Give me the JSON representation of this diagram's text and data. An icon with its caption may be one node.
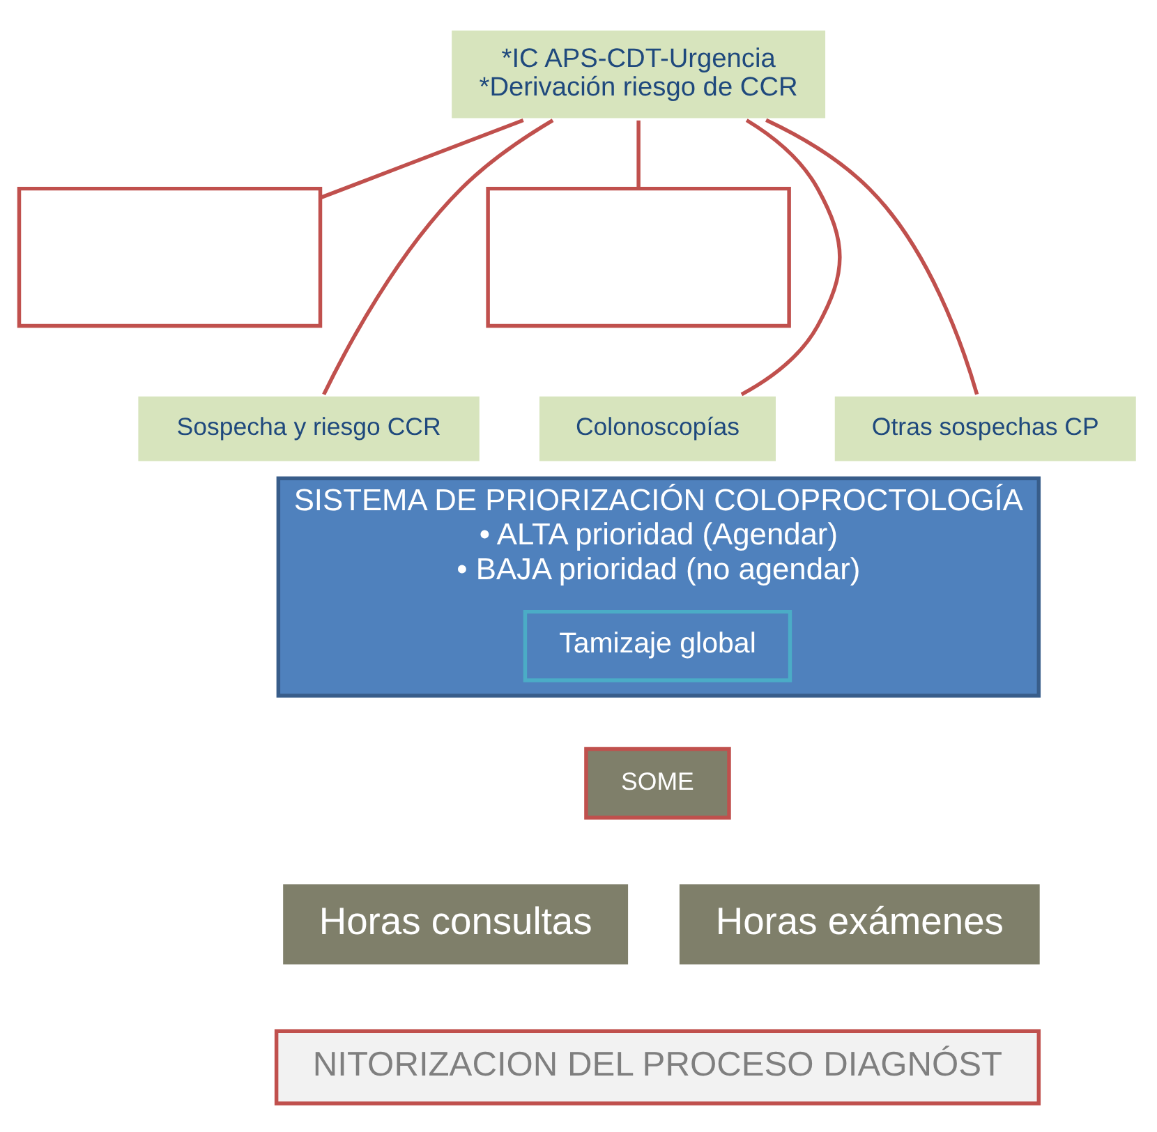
{
  "diagram": {
    "nodes": [
      {
        "text": [
          "*IC APS-CDT-Urgencia",
          "*Derivación riesgo de CCR"
        ]
      },
      {
        "text": [],
        "shape": "box"
      },
      {
        "text": [],
        "shape": "box"
      },
      {
        "text": [
          "Sospecha y riesgo CCR"
        ]
      },
      {
        "text": [
          "Otras sospechas CP"
        ]
      },
      {
        "text": [
          "Colonoscopías"
        ]
      },
      {
        "text": [
          "SISTEMA DE PRIORIZACIÓN COLOPROCTOLOGÍA",
          "• ALTA prioridad (Agendar)",
          "• BAJA prioridad (no agendar)"
        ]
      },
      {
        "text": [
          "Tamizaje global"
        ],
        "in": 6
      },
      {
        "text": [
          "SOME"
        ]
      },
      {
        "text": [
          "Horas consultas"
        ]
      },
      {
        "text": [
          "Horas exámenes"
        ]
      },
      {
        "text": [
          "NITORIZACION DEL PROCESO DIAGNÓST"
        ]
      }
    ],
    "edges": [
      {
        "from": 0,
        "to": 1,
        "arrow": "none"
      },
      {
        "from": 0,
        "to": 2,
        "arrow": "none"
      },
      {
        "from": 0,
        "to": 3,
        "arrow": "none"
      },
      {
        "from": 0,
        "to": 4,
        "arrow": "none"
      },
      {
        "from": 0,
        "to": 5,
        "arrow": "none"
      }
    ]
  }
}
